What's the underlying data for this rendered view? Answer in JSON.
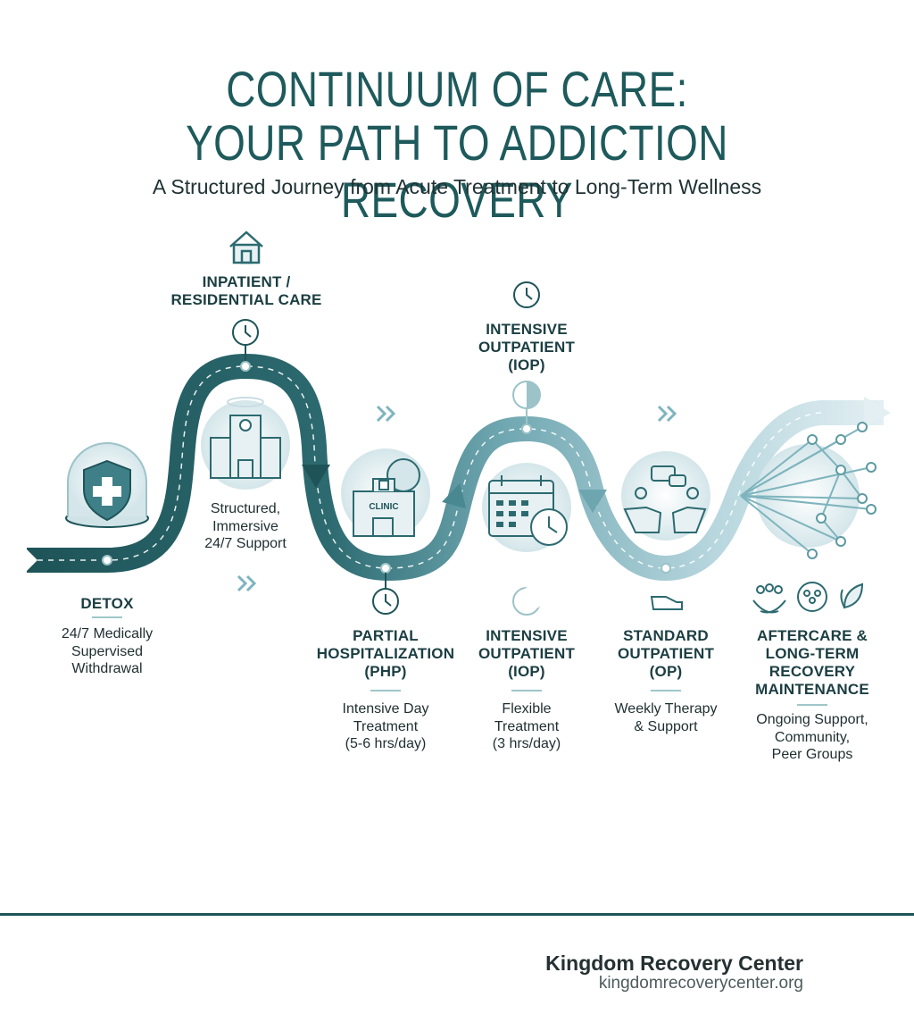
{
  "header": {
    "title_line1": "CONTINUUM OF CARE:",
    "title_line2": "YOUR PATH TO ADDICTION RECOVERY",
    "subtitle": "A Structured Journey from Acute Treatment to Long-Term Wellness"
  },
  "stages": {
    "detox": {
      "title": "DETOX",
      "desc": [
        "24/7 Medically",
        "Supervised",
        "Withdrawal"
      ],
      "icon": "shield-plus-icon"
    },
    "inpatient": {
      "title": [
        "INPATIENT /",
        "RESIDENTIAL CARE"
      ],
      "desc": [
        "Structured,",
        "Immersive",
        "24/7 Support"
      ],
      "icon": "house-icon"
    },
    "php": {
      "title": [
        "PARTIAL",
        "HOSPITALIZATION",
        "(PHP)"
      ],
      "desc": [
        "Intensive Day",
        "Treatment",
        "(5-6 hrs/day)"
      ],
      "clinic_sign": "CLINIC",
      "icon": "clinic-icon"
    },
    "iop_top": {
      "title": [
        "INTENSIVE",
        "OUTPATIENT",
        "(IOP)"
      ],
      "icon": "clock-icon"
    },
    "iop": {
      "title": [
        "INTENSIVE",
        "OUTPATIENT",
        "(IOP)"
      ],
      "desc": [
        "Flexible",
        "Treatment",
        "(3 hrs/day)"
      ],
      "icon": "calendar-clock-icon"
    },
    "op": {
      "title": [
        "STANDARD",
        "OUTPATIENT",
        "(OP)"
      ],
      "desc": [
        "Weekly Therapy",
        "& Support"
      ],
      "icon": "therapy-session-icon"
    },
    "aftercare": {
      "title": [
        "AFTERCARE &",
        "LONG-TERM",
        "RECOVERY",
        "MAINTENANCE"
      ],
      "desc": [
        "Ongoing Support,",
        "Community,",
        "Peer Groups"
      ],
      "icon": "network-icon"
    }
  },
  "footer": {
    "brand": "Kingdom Recovery Center",
    "url": "kingdomrecoverycenter.org"
  },
  "colors": {
    "dark_teal": "#1e5458",
    "mid_teal": "#5d9aa3",
    "light_teal": "#a8cfd8",
    "pale": "#dbeaee"
  }
}
